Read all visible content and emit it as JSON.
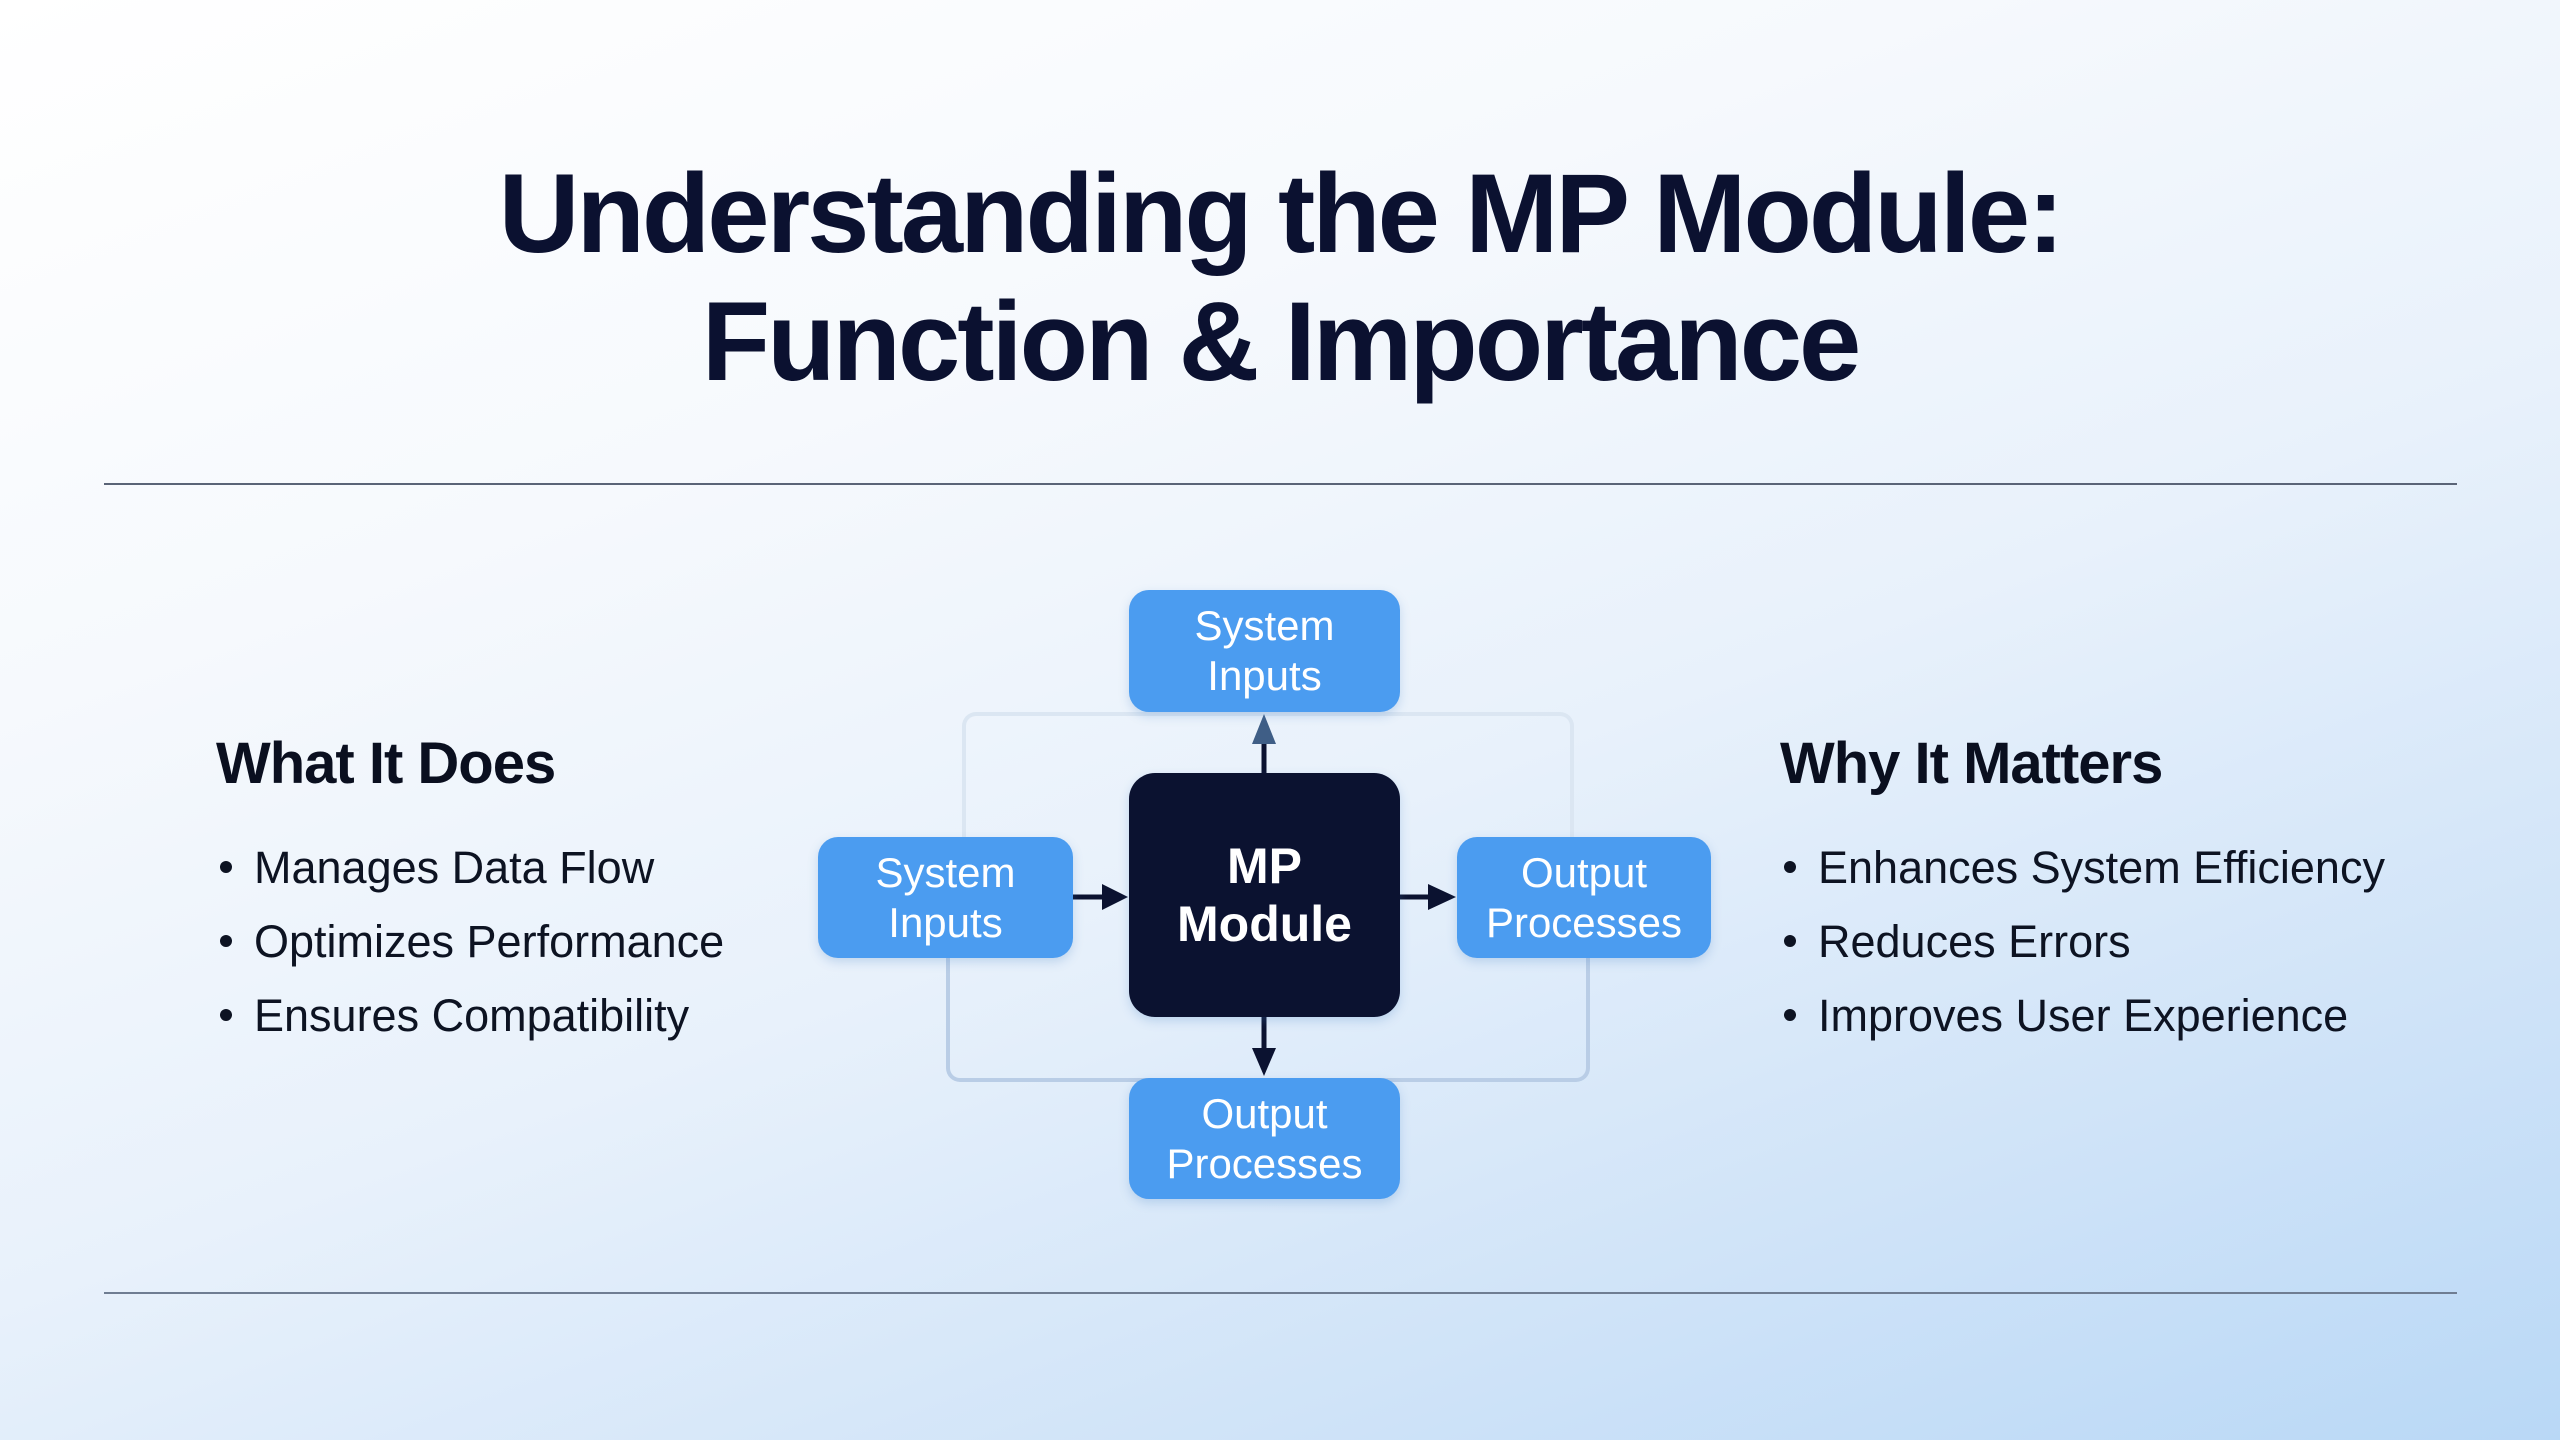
{
  "title": {
    "line1": "Understanding the MP Module:",
    "line2": "Function & Importance"
  },
  "left_column": {
    "heading": "What It Does",
    "items": [
      "Manages Data Flow",
      "Optimizes Performance",
      "Ensures Compatibility"
    ]
  },
  "right_column": {
    "heading": "Why It Matters",
    "items": [
      "Enhances System Efficiency",
      "Reduces Errors",
      "Improves User Experience"
    ]
  },
  "diagram": {
    "center": {
      "line1": "MP",
      "line2": "Module"
    },
    "top": {
      "line1": "System",
      "line2": "Inputs"
    },
    "left": {
      "line1": "System",
      "line2": "Inputs"
    },
    "right": {
      "line1": "Output",
      "line2": "Processes"
    },
    "bottom": {
      "line1": "Output",
      "line2": "Processes"
    },
    "colors": {
      "node": "#4b9cf0",
      "center": "#0b1230",
      "arrow": "#0b1230",
      "arrow_up": "#3f5e86"
    }
  }
}
